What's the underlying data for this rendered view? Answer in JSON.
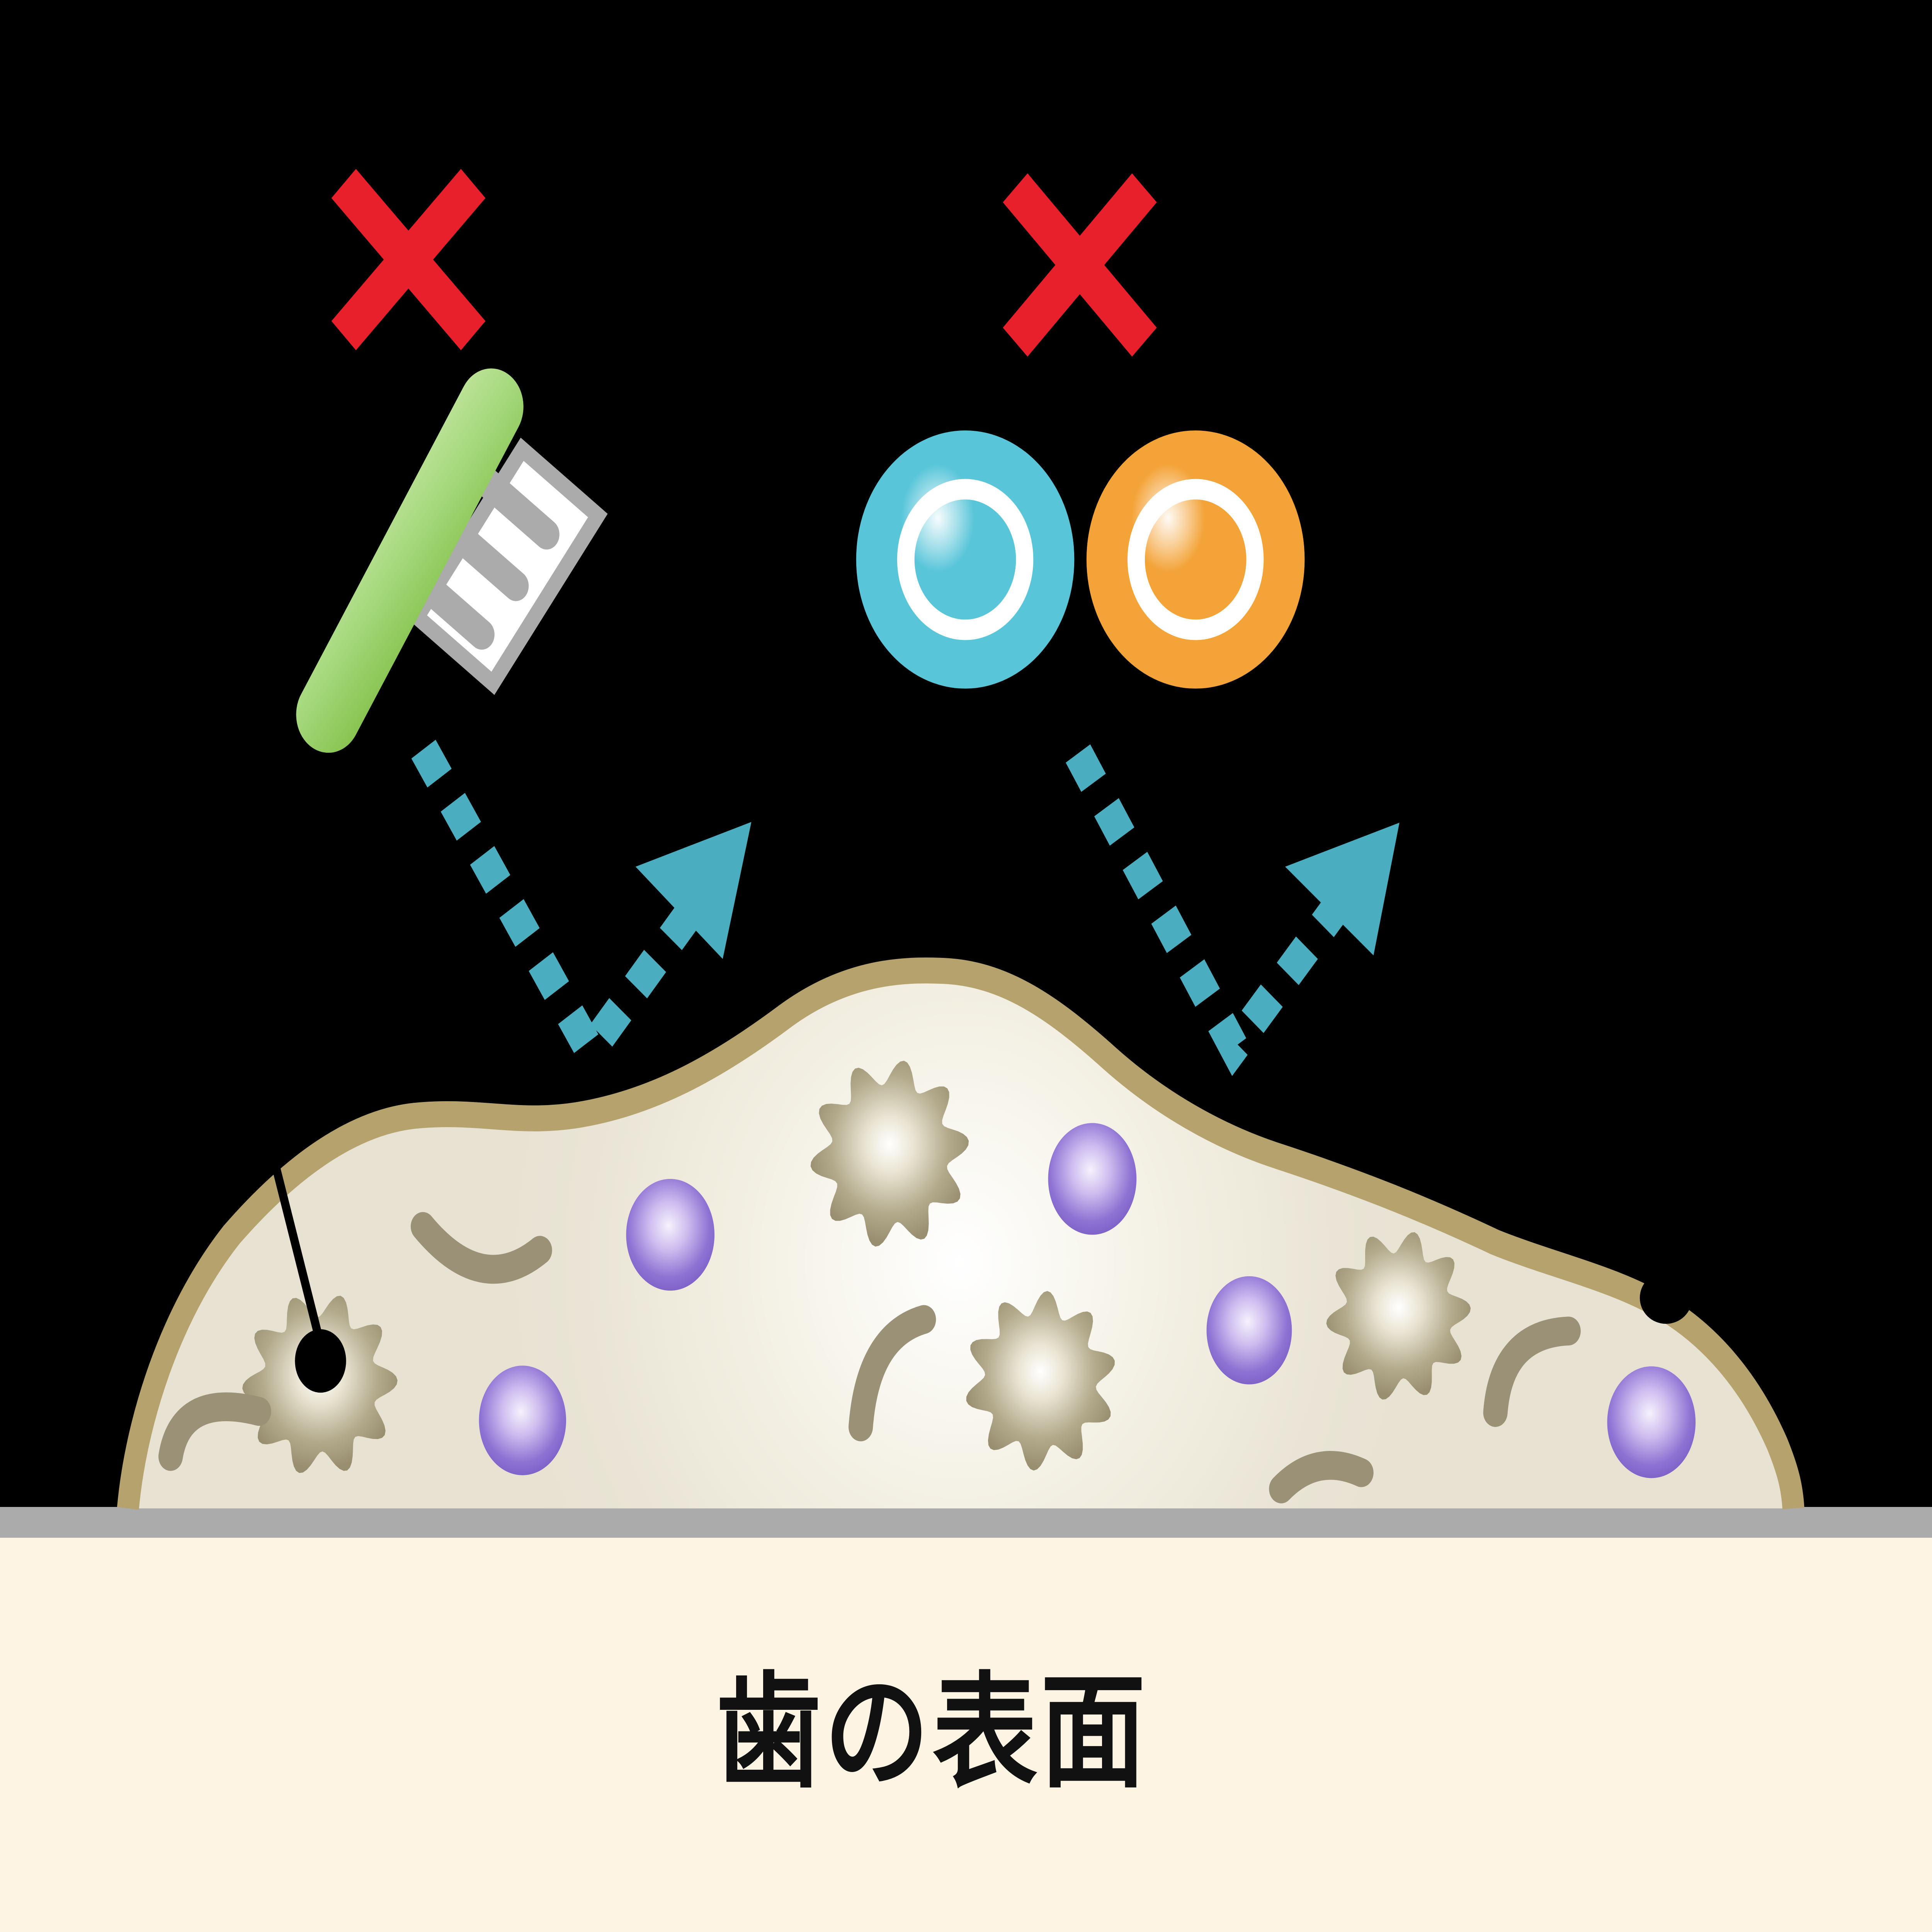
{
  "labels": {
    "tooth_surface": "歯の表面"
  },
  "colors": {
    "background": "#000000",
    "prohibition_red": "#E8202C",
    "arrow_teal": "#4BAEC0",
    "toothbrush_green_light": "#CCE9A9",
    "toothbrush_green_dark": "#8AC553",
    "brush_head_gray": "#ABABAB",
    "tablet_cyan": "#58C5D9",
    "tablet_orange": "#F4A338",
    "biofilm_border_tan": "#B5A26D",
    "biofilm_fill": "#E8E3D4",
    "bacteria_olive": "#9A9176",
    "bacteria_purple": "#7A5EC5",
    "tooth_line_gray": "#ABABAB",
    "tooth_surface_cream": "#FDF4E3",
    "label_text": "#111111"
  },
  "icons": [
    {
      "name": "prohibition-x-icon-left"
    },
    {
      "name": "prohibition-x-icon-right"
    },
    {
      "name": "toothbrush-icon"
    },
    {
      "name": "tablet-cyan-icon"
    },
    {
      "name": "tablet-orange-icon"
    },
    {
      "name": "bounce-arrow-left-icon"
    },
    {
      "name": "bounce-arrow-right-icon"
    },
    {
      "name": "biofilm-blob"
    },
    {
      "name": "tooth-surface-band"
    }
  ]
}
